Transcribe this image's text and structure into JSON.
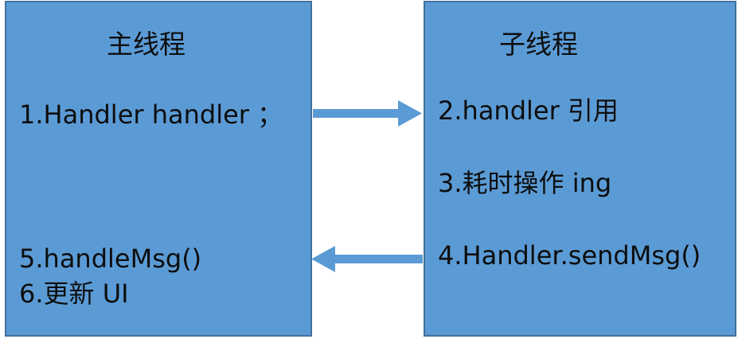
{
  "main_thread": {
    "title": "主线程",
    "step1": "1.Handler handler ；",
    "step5": "5.handleMsg()",
    "step6": "6.更新 UI"
  },
  "sub_thread": {
    "title": "子线程",
    "step2": "2.handler 引用",
    "step3": "3.耗时操作 ing",
    "step4": "4.Handler.sendMsg()"
  },
  "colors": {
    "box_fill": "#5b9bd5",
    "box_border": "#41719c",
    "arrow": "#5b9bd5",
    "text": "#0d0d0d"
  }
}
